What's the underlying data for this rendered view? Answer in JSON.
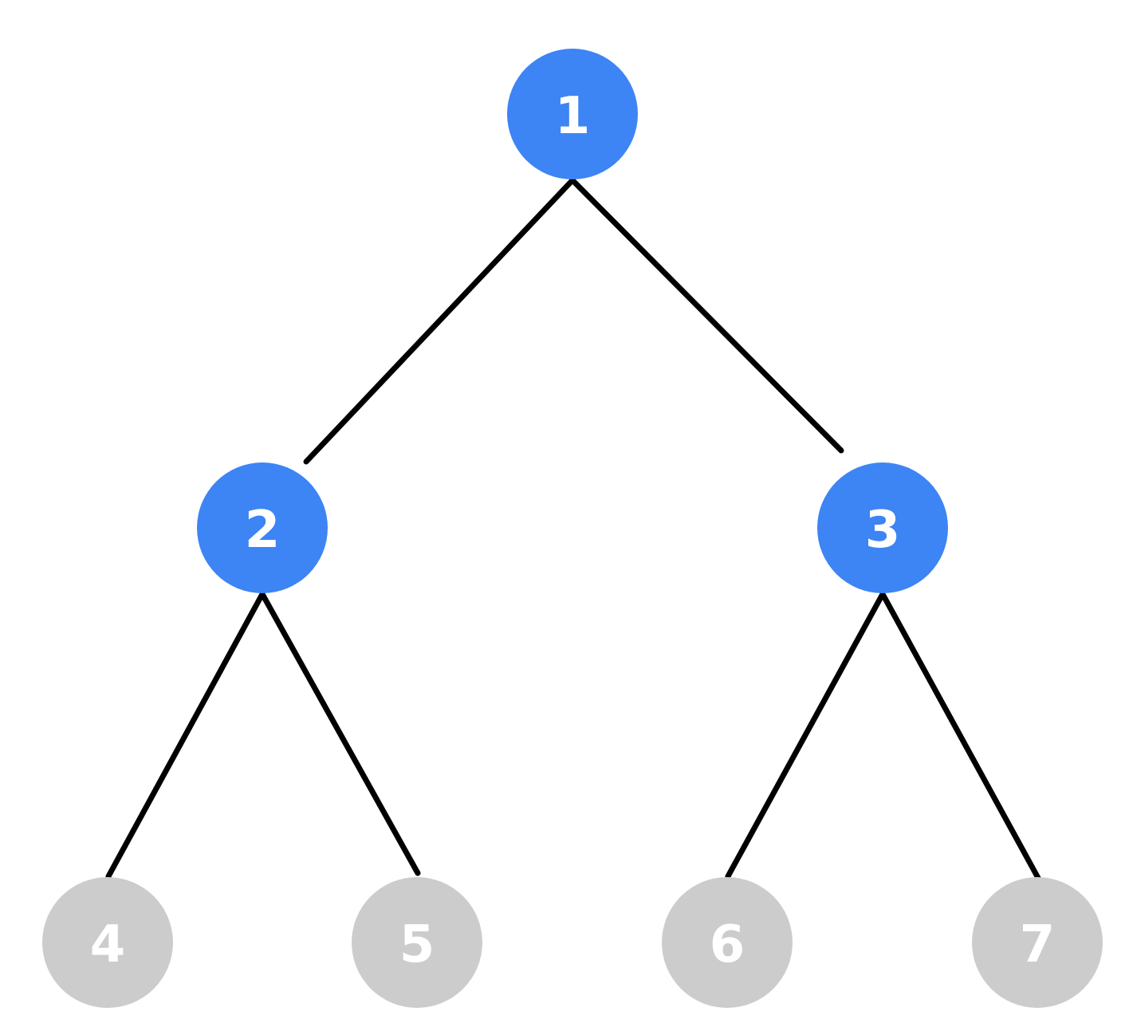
{
  "tree": {
    "colors": {
      "active": "#3d84f5",
      "inactive": "#cccccc",
      "edge": "#000000",
      "label": "#ffffff"
    },
    "nodes": [
      {
        "id": "1",
        "label": "1",
        "state": "active"
      },
      {
        "id": "2",
        "label": "2",
        "state": "active"
      },
      {
        "id": "3",
        "label": "3",
        "state": "active"
      },
      {
        "id": "4",
        "label": "4",
        "state": "inactive"
      },
      {
        "id": "5",
        "label": "5",
        "state": "inactive"
      },
      {
        "id": "6",
        "label": "6",
        "state": "inactive"
      },
      {
        "id": "7",
        "label": "7",
        "state": "inactive"
      }
    ],
    "edges": [
      {
        "from": "1",
        "to": "2"
      },
      {
        "from": "1",
        "to": "3"
      },
      {
        "from": "2",
        "to": "4"
      },
      {
        "from": "2",
        "to": "5"
      },
      {
        "from": "3",
        "to": "6"
      },
      {
        "from": "3",
        "to": "7"
      }
    ]
  }
}
